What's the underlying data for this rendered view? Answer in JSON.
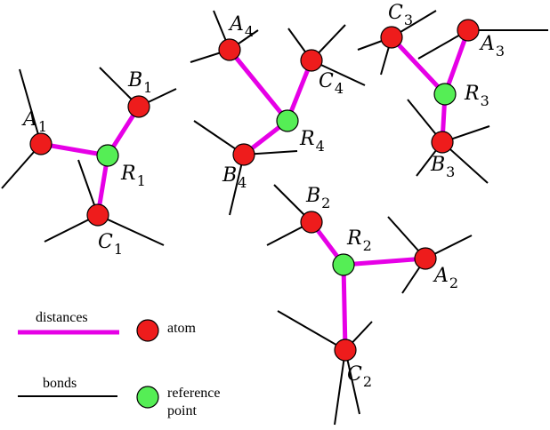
{
  "colors": {
    "distance": "#e600e6",
    "bond": "#000000",
    "atom": "#ee1c1c",
    "reference": "#55ee55",
    "outline": "#000000"
  },
  "legend": {
    "distances": "distances",
    "bonds": "bonds",
    "atom": "atom",
    "reference_line1": "reference",
    "reference_line2": "point"
  },
  "groups": [
    {
      "id": "1",
      "nodes": [
        {
          "name": "A",
          "sub": "1",
          "type": "atom"
        },
        {
          "name": "B",
          "sub": "1",
          "type": "atom"
        },
        {
          "name": "C",
          "sub": "1",
          "type": "atom"
        },
        {
          "name": "R",
          "sub": "1",
          "type": "reference"
        }
      ]
    },
    {
      "id": "2",
      "nodes": [
        {
          "name": "A",
          "sub": "2",
          "type": "atom"
        },
        {
          "name": "B",
          "sub": "2",
          "type": "atom"
        },
        {
          "name": "C",
          "sub": "2",
          "type": "atom"
        },
        {
          "name": "R",
          "sub": "2",
          "type": "reference"
        }
      ]
    },
    {
      "id": "3",
      "nodes": [
        {
          "name": "A",
          "sub": "3",
          "type": "atom"
        },
        {
          "name": "B",
          "sub": "3",
          "type": "atom"
        },
        {
          "name": "C",
          "sub": "3",
          "type": "atom"
        },
        {
          "name": "R",
          "sub": "3",
          "type": "reference"
        }
      ]
    },
    {
      "id": "4",
      "nodes": [
        {
          "name": "A",
          "sub": "4",
          "type": "atom"
        },
        {
          "name": "B",
          "sub": "4",
          "type": "atom"
        },
        {
          "name": "C",
          "sub": "4",
          "type": "atom"
        },
        {
          "name": "R",
          "sub": "4",
          "type": "reference"
        }
      ]
    }
  ]
}
